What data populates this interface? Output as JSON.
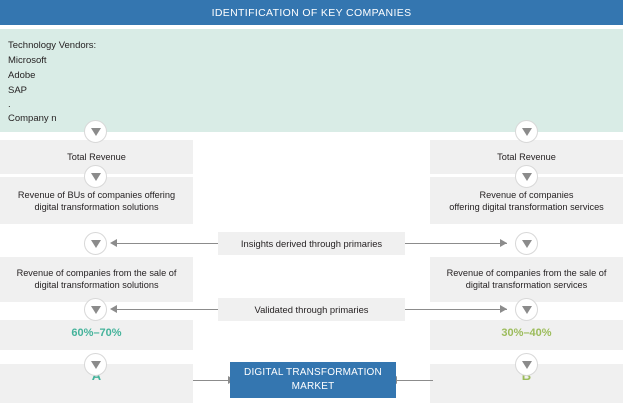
{
  "header": {
    "title": "IDENTIFICATION OF KEY COMPANIES",
    "bar_color": "#3476b0"
  },
  "vendor_panel": {
    "background": "#d9ece6",
    "lines": [
      "Technology Vendors:",
      "Microsoft",
      "Adobe",
      "SAP",
      ".",
      "Company n"
    ]
  },
  "left_column": {
    "steps": [
      "Total Revenue",
      "Revenue of BUs of companies offering\ndigital transformation solutions",
      "Revenue of companies from the sale of\ndigital transformation solutions"
    ],
    "step_1": "Total Revenue",
    "step_2_line1": "Revenue of BUs of companies offering",
    "step_2_line2": "digital transformation solutions",
    "step_3_line1": "Revenue of companies from the sale of",
    "step_3_line2": "digital transformation solutions",
    "percentage": "60%–70%",
    "percentage_color": "#45b39b",
    "result": "A",
    "result_color": "#45b39b"
  },
  "right_column": {
    "step_1": "Total Revenue",
    "step_2_line1": "Revenue of companies",
    "step_2_line2": "offering digital transformation services",
    "step_3_line1": "Revenue of companies from the sale of",
    "step_3_line2": "digital transformation services",
    "percentage": "30%–40%",
    "percentage_color": "#9cbc5b",
    "result": "B",
    "result_color": "#9cbc5b"
  },
  "center_column": {
    "note_1": "Insights derived through primaries",
    "note_2": "Validated through primaries",
    "market_line1": "DIGITAL TRANSFORMATION",
    "market_line2": "MARKET",
    "market_color": "#3476b0"
  },
  "icons": {
    "down_arrow": "down-triangle-icon"
  }
}
